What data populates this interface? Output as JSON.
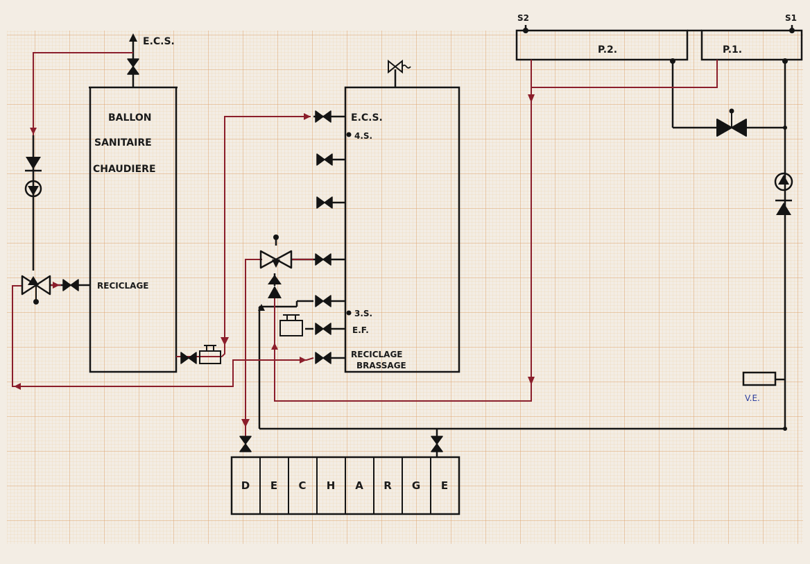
{
  "labels": {
    "ecs_top": "E.C.S.",
    "ballon_1": "BALLON",
    "ballon_2": "SANITAIRE",
    "ballon_3": "CHAUDIERE",
    "reciclage_left": "RECICLAGE",
    "ecs_tank": "E.C.S.",
    "s4": "4.S.",
    "s3": "3.S.",
    "ef": "E.F.",
    "reciclage_right": "RECICLAGE",
    "brassage": "BRASSAGE",
    "s2": "S2",
    "s1": "S1",
    "p2": "P.2.",
    "p1": "P.1.",
    "ve": "V.E."
  },
  "decharge_letters": [
    "D",
    "E",
    "C",
    "H",
    "A",
    "R",
    "G",
    "E"
  ],
  "colors": {
    "paper": "#f3ede4",
    "grid_minor": "#eccfa8",
    "grid_major": "#dda26d",
    "pipe_black": "#141414",
    "pipe_red": "#8b1e2b",
    "ink_blue": "#2c3ea0"
  }
}
